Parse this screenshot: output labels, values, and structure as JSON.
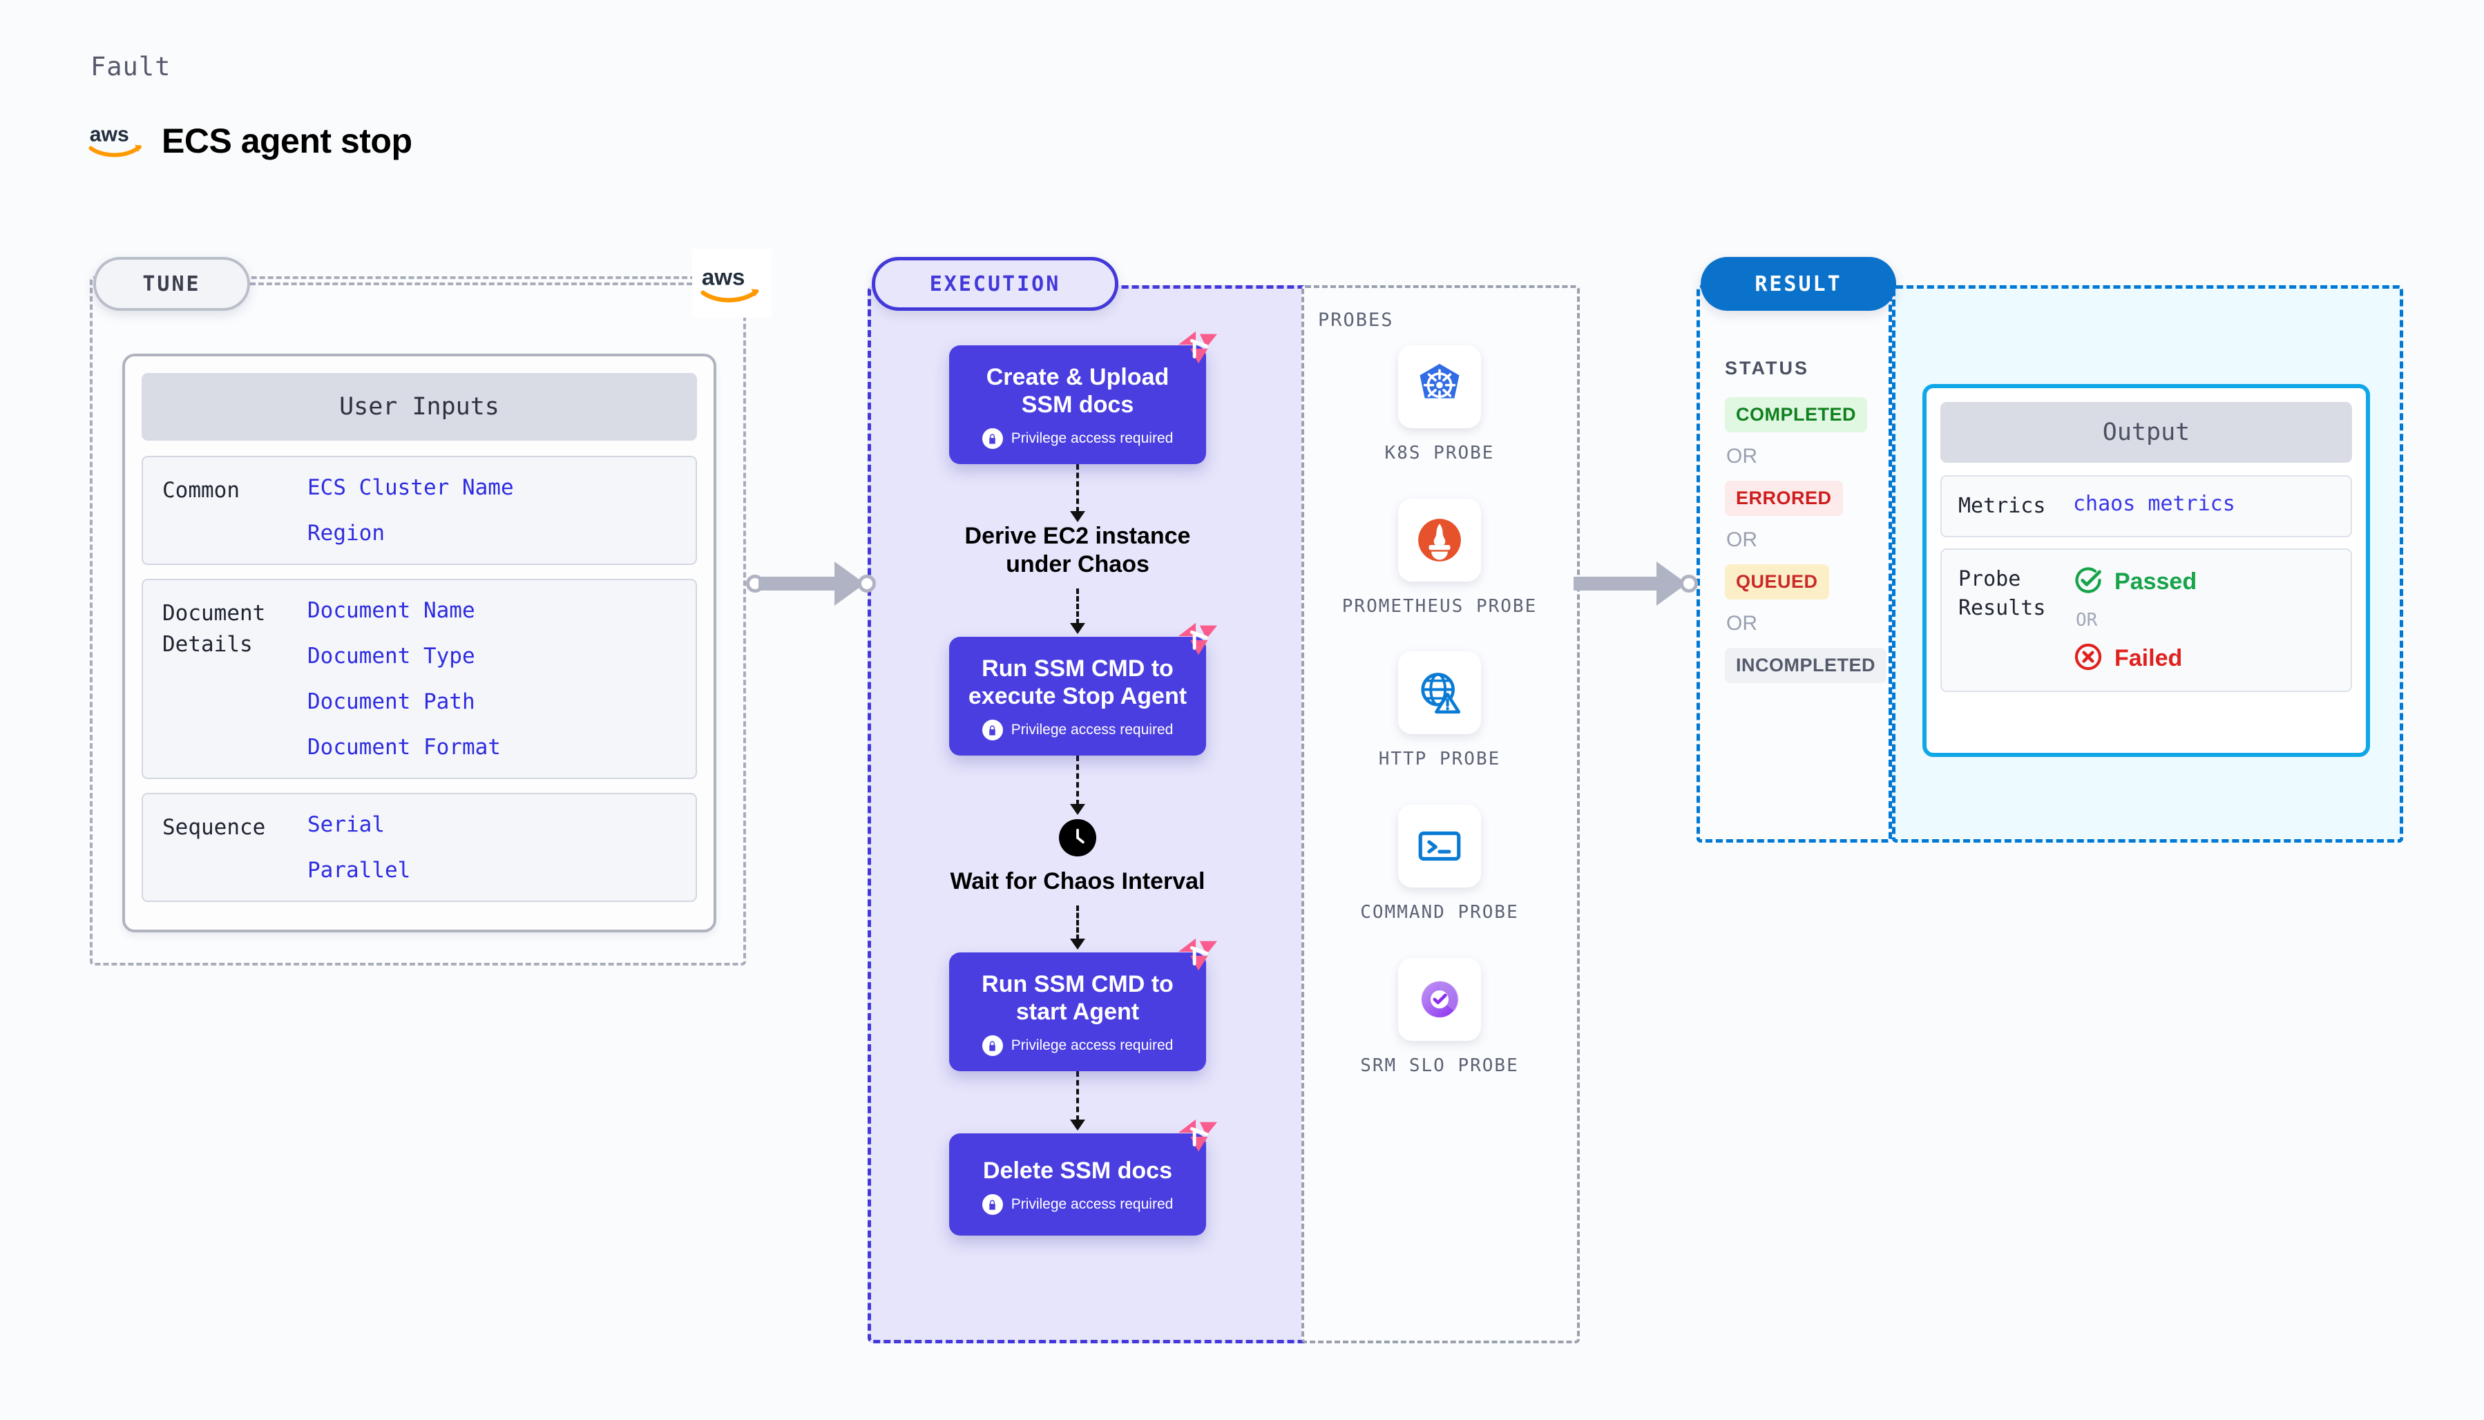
{
  "header": {
    "kicker": "Fault",
    "title": "ECS agent stop",
    "logo_icon": "aws-logo"
  },
  "tune": {
    "pill_label": "TUNE",
    "badge_icon": "aws-logo",
    "card_title": "User Inputs",
    "groups": [
      {
        "label": "Common",
        "values": [
          "ECS Cluster Name",
          "Region"
        ]
      },
      {
        "label": "Document\nDetails",
        "values": [
          "Document Name",
          "Document Type",
          "Document Path",
          "Document Format"
        ]
      },
      {
        "label": "Sequence",
        "values": [
          "Serial",
          "Parallel"
        ]
      }
    ]
  },
  "execution": {
    "pill_label": "EXECUTION",
    "privilege_text": "Privilege access required",
    "steps": [
      {
        "type": "node",
        "title": "Create & Upload SSM docs",
        "privilege": true,
        "badge_icon": "harness-logo"
      },
      {
        "type": "text",
        "title": "Derive EC2 instance under Chaos"
      },
      {
        "type": "node",
        "title": "Run SSM CMD to execute Stop Agent",
        "privilege": true,
        "badge_icon": "harness-logo"
      },
      {
        "type": "clock",
        "title": "Wait for Chaos Interval",
        "icon": "clock-icon"
      },
      {
        "type": "node",
        "title": "Run SSM CMD to start Agent",
        "privilege": true,
        "badge_icon": "harness-logo"
      },
      {
        "type": "node",
        "title": "Delete SSM docs",
        "privilege": true,
        "badge_icon": "harness-logo"
      }
    ]
  },
  "probes": {
    "section_label": "PROBES",
    "items": [
      {
        "label": "K8S PROBE",
        "icon": "kubernetes-icon"
      },
      {
        "label": "PROMETHEUS PROBE",
        "icon": "prometheus-icon"
      },
      {
        "label": "HTTP PROBE",
        "icon": "http-globe-icon"
      },
      {
        "label": "COMMAND PROBE",
        "icon": "terminal-icon"
      },
      {
        "label": "SRM SLO PROBE",
        "icon": "srm-slo-icon"
      }
    ]
  },
  "result": {
    "pill_label": "RESULT",
    "status_label": "STATUS",
    "or_label": "OR",
    "statuses": [
      {
        "label": "COMPLETED",
        "color": "#11801e",
        "bg": "#e0f7e2"
      },
      {
        "label": "ERRORED",
        "color": "#cf1d1d",
        "bg": "#fdeaea"
      },
      {
        "label": "QUEUED",
        "color": "#c92a2a",
        "bg": "#fcefc8"
      },
      {
        "label": "INCOMPLETED",
        "color": "#545a6b",
        "bg": "#eff1f5"
      }
    ]
  },
  "output": {
    "card_title": "Output",
    "metrics_label": "Metrics",
    "metrics_value": "chaos metrics",
    "probe_results_label": "Probe\nResults",
    "or_label": "OR",
    "passed_label": "Passed",
    "failed_label": "Failed",
    "passed_icon": "check-circle-icon",
    "failed_icon": "x-circle-icon",
    "passed_color": "#16a34a",
    "failed_color": "#e0211e"
  },
  "colors": {
    "execution_accent": "#4338d9",
    "result_accent": "#0078d4",
    "tune_accent": "#a8adbb",
    "node_bg": "#4a3ee0",
    "harness_pink": "#fa5c8e"
  }
}
